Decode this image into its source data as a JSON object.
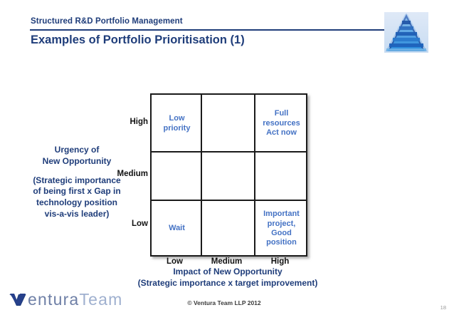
{
  "header": {
    "kicker": "Structured R&D Portfolio Management",
    "title": "Examples of Portfolio Prioritisation (1)",
    "accent_color": "#1F3D7A",
    "logo_icon": "pyramid-logo"
  },
  "chart_data": {
    "type": "heatmap",
    "title": "Examples of Portfolio Prioritisation (1)",
    "xlabel": "Impact of New Opportunity",
    "xlabel_sub": "(Strategic importance x target improvement)",
    "ylabel": "Urgency of New Opportunity",
    "ylabel_sub": "(Strategic importance of being first x Gap in technology position vis-a-vis leader)",
    "x_categories": [
      "Low",
      "Medium",
      "High"
    ],
    "y_categories": [
      "High",
      "Medium",
      "Low"
    ],
    "grid": true,
    "legend": "none",
    "cell_text_color": "#4472C4",
    "cells": [
      {
        "row": "High",
        "col": "Low",
        "label": "Low priority"
      },
      {
        "row": "High",
        "col": "Medium",
        "label": ""
      },
      {
        "row": "High",
        "col": "High",
        "label": "Full resources Act now"
      },
      {
        "row": "Medium",
        "col": "Low",
        "label": ""
      },
      {
        "row": "Medium",
        "col": "Medium",
        "label": ""
      },
      {
        "row": "Medium",
        "col": "High",
        "label": ""
      },
      {
        "row": "Low",
        "col": "Low",
        "label": "Wait"
      },
      {
        "row": "Low",
        "col": "Medium",
        "label": ""
      },
      {
        "row": "Low",
        "col": "High",
        "label": "Important project, Good position"
      }
    ]
  },
  "matrix": {
    "y_axis": {
      "title_line1": "Urgency of",
      "title_line2": "New Opportunity",
      "sub_line1": "(Strategic importance",
      "sub_line2": "of being first x Gap in",
      "sub_line3": "technology position",
      "sub_line4": "vis-a-vis leader)",
      "ticks": {
        "high": "High",
        "medium": "Medium",
        "low": "Low"
      }
    },
    "x_axis": {
      "title_line1": "Impact of New Opportunity",
      "title_line2": "(Strategic importance x target improvement)",
      "ticks": {
        "low": "Low",
        "medium": "Medium",
        "high": "High"
      }
    },
    "cells": {
      "high_low": "Low priority",
      "high_medium": "",
      "high_high_line1": "Full",
      "high_high_line2": "resources",
      "high_high_line3": "Act now",
      "medium_low": "",
      "medium_medium": "",
      "medium_high": "",
      "low_low": "Wait",
      "low_medium": "",
      "low_high_line1": "Important",
      "low_high_line2": "project,",
      "low_high_line3": "Good",
      "low_high_line4": "position"
    }
  },
  "footer": {
    "logo_part1": "entura",
    "logo_part2": "Team",
    "logo_icon": "ventura-v-mark",
    "copyright": "© Ventura Team LLP 2012",
    "page_number": "18"
  }
}
